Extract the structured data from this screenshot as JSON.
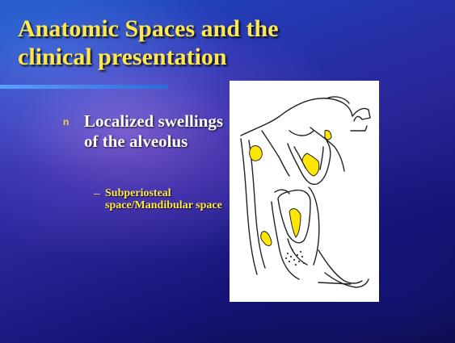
{
  "slide": {
    "title_line1": "Anatomic Spaces and the",
    "title_line2": "clinical presentation",
    "bullet_marker": "n",
    "bullet_text": "Localized swellings of the alveolus",
    "sub_marker": "–",
    "sub_text": "Subperiosteal space/Mandibular space"
  },
  "figure": {
    "icon": "dental-anatomy-illustration"
  },
  "colors": {
    "title": "#ffe84a",
    "body_text": "#ffffff",
    "sub_text": "#ffe84a",
    "accent_rule": "#5aa0ff",
    "pulp": "#ffe600",
    "background": "#2437b0"
  }
}
